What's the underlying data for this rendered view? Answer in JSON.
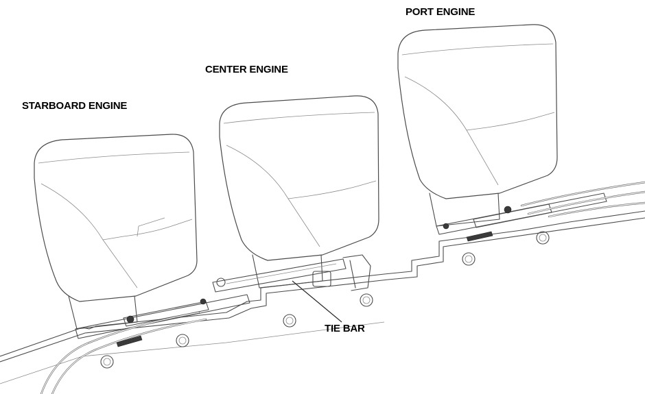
{
  "labels": {
    "port_engine": "PORT ENGINE",
    "center_engine": "CENTER ENGINE",
    "starboard_engine": "STARBOARD ENGINE",
    "tie_bar": "TIE BAR"
  },
  "colors": {
    "background": "#ffffff",
    "line_art": "#4a4a4a",
    "label_text": "#000000"
  }
}
